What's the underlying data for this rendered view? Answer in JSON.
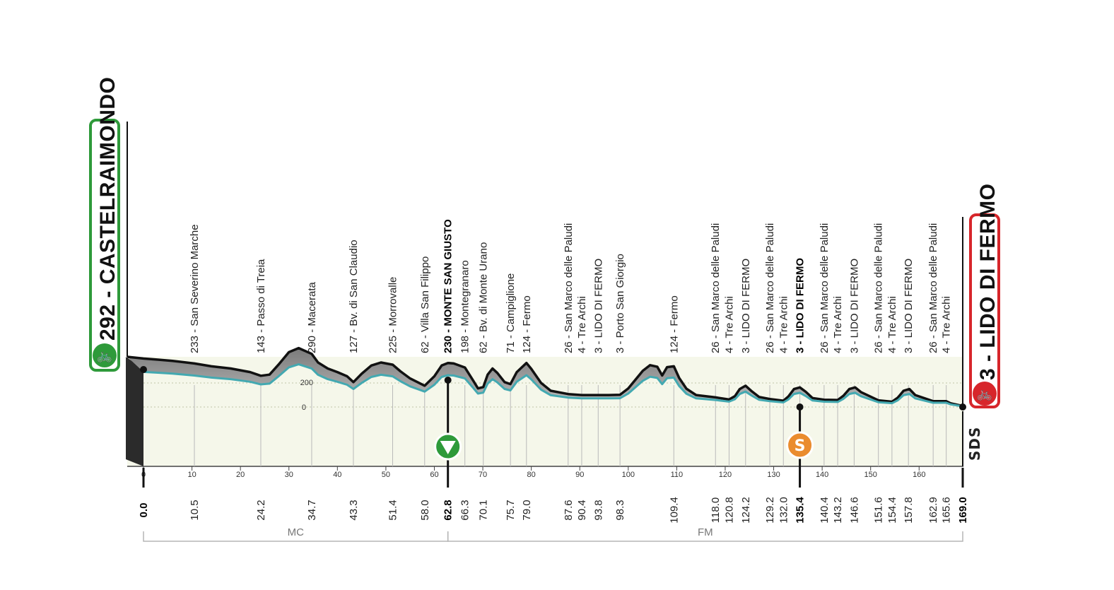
{
  "start": {
    "name": "CASTELRAIMONDO",
    "altitude": 292,
    "label": "292 - CASTELRAIMONDO",
    "color": "#2e9a3a"
  },
  "finish": {
    "name": "LIDO DI FERMO",
    "altitude": 3,
    "label": "3 - LIDO DI FERMO",
    "color": "#d7262b"
  },
  "logo": "SDS",
  "colors": {
    "terrain": "#9a9a9a",
    "valley": "#f3f6e8",
    "road": "#43a9b1",
    "ridge": "#111111"
  },
  "axis_ticks": [
    0,
    10,
    20,
    30,
    40,
    50,
    60,
    70,
    80,
    90,
    100,
    110,
    120,
    130,
    140,
    150,
    160
  ],
  "altitude_ticks": [
    "200",
    "0"
  ],
  "provinces": [
    {
      "code": "MC",
      "from_km": 0,
      "to_km": 62.8
    },
    {
      "code": "FM",
      "from_km": 62.8,
      "to_km": 169.0
    }
  ],
  "waypoints": [
    {
      "km": "0.0",
      "name": "",
      "bold": true
    },
    {
      "km": "10.5",
      "name": "233 - San Severino Marche",
      "bold": false
    },
    {
      "km": "24.2",
      "name": "143 - Passo di Treia",
      "bold": false
    },
    {
      "km": "34.7",
      "name": "290 - Macerata",
      "bold": false
    },
    {
      "km": "43.3",
      "name": "127 - Bv. di San Claudio",
      "bold": false
    },
    {
      "km": "51.4",
      "name": "225 - Morrovalle",
      "bold": false
    },
    {
      "km": "58.0",
      "name": "62 - Villa San Filippo",
      "bold": false
    },
    {
      "km": "62.8",
      "name": "230 - MONTE SAN GIUSTO",
      "bold": true
    },
    {
      "km": "66.3",
      "name": "198 - Montegranaro",
      "bold": false
    },
    {
      "km": "70.1",
      "name": "62 - Bv. di Monte Urano",
      "bold": false
    },
    {
      "km": "75.7",
      "name": "71 - Campiglione",
      "bold": false
    },
    {
      "km": "79.0",
      "name": "124 - Fermo",
      "bold": false
    },
    {
      "km": "87.6",
      "name": "26 - San Marco delle Paludi",
      "bold": false
    },
    {
      "km": "90.4",
      "name": "4 - Tre Archi",
      "bold": false
    },
    {
      "km": "93.8",
      "name": "3 - LIDO DI FERMO",
      "bold": false
    },
    {
      "km": "98.3",
      "name": "3 - Porto San Giorgio",
      "bold": false
    },
    {
      "km": "109.4",
      "name": "124 - Fermo",
      "bold": false
    },
    {
      "km": "118.0",
      "name": "26 - San Marco delle Paludi",
      "bold": false
    },
    {
      "km": "120.8",
      "name": "4 - Tre Archi",
      "bold": false
    },
    {
      "km": "124.2",
      "name": "3 - LIDO DI FERMO",
      "bold": false
    },
    {
      "km": "129.2",
      "name": "26 - San Marco delle Paludi",
      "bold": false
    },
    {
      "km": "132.0",
      "name": "4 - Tre Archi",
      "bold": false
    },
    {
      "km": "135.4",
      "name": "3 - LIDO DI FERMO",
      "bold": true
    },
    {
      "km": "140.4",
      "name": "26 - San Marco delle Paludi",
      "bold": false
    },
    {
      "km": "143.2",
      "name": "4 - Tre Archi",
      "bold": false
    },
    {
      "km": "146.6",
      "name": "3 - LIDO DI FERMO",
      "bold": false
    },
    {
      "km": "151.6",
      "name": "26 - San Marco delle Paludi",
      "bold": false
    },
    {
      "km": "154.4",
      "name": "4 - Tre Archi",
      "bold": false
    },
    {
      "km": "157.8",
      "name": "3 - LIDO DI FERMO",
      "bold": false
    },
    {
      "km": "162.9",
      "name": "26 - San Marco delle Paludi",
      "bold": false
    },
    {
      "km": "165.6",
      "name": "4 - Tre Archi",
      "bold": false
    },
    {
      "km": "169.0",
      "name": "",
      "bold": true
    }
  ],
  "markers": [
    {
      "type": "gpm",
      "km": 62.8,
      "icon": "▼",
      "color": "#2e9a3a"
    },
    {
      "type": "sprint",
      "km": 135.4,
      "icon": "S",
      "color": "#ea8c2e"
    }
  ],
  "profile_km": [
    0,
    3,
    6,
    10.5,
    14,
    18,
    22,
    24.2,
    26,
    28,
    30,
    32,
    34.7,
    36,
    38,
    40,
    42,
    43.3,
    45,
    47,
    49,
    51.4,
    53,
    55,
    58,
    60,
    61.5,
    62.8,
    64,
    66.3,
    68,
    69,
    70.1,
    71,
    72,
    73,
    74.5,
    75.7,
    77,
    79,
    80,
    82,
    84,
    87.6,
    90.4,
    93.8,
    96,
    98.3,
    100,
    101.5,
    103,
    104.5,
    106,
    107,
    108,
    109.4,
    110.5,
    112,
    114,
    118,
    120.8,
    122,
    123,
    124.2,
    125.5,
    127,
    129.2,
    132,
    133,
    134.2,
    135.4,
    136.6,
    138,
    140.4,
    143.2,
    144.4,
    145.6,
    146.8,
    148,
    151.6,
    154.4,
    155.6,
    156.8,
    158,
    159.2,
    162.9,
    165.6,
    166.5,
    169
  ],
  "profile_alt": [
    292,
    285,
    278,
    262,
    245,
    232,
    210,
    188,
    195,
    260,
    330,
    355,
    320,
    268,
    232,
    210,
    185,
    150,
    200,
    250,
    268,
    255,
    215,
    172,
    128,
    185,
    250,
    265,
    262,
    238,
    160,
    112,
    120,
    195,
    232,
    205,
    150,
    138,
    210,
    265,
    230,
    145,
    98,
    78,
    72,
    72,
    72,
    73,
    112,
    165,
    218,
    252,
    242,
    190,
    240,
    245,
    175,
    110,
    72,
    58,
    45,
    65,
    108,
    128,
    94,
    60,
    48,
    38,
    62,
    108,
    118,
    92,
    54,
    44,
    42,
    68,
    108,
    118,
    90,
    40,
    32,
    56,
    98,
    108,
    72,
    35,
    35,
    22,
    6
  ]
}
